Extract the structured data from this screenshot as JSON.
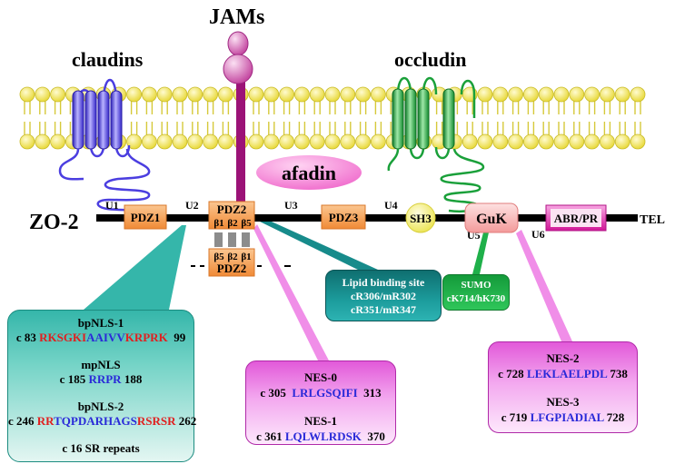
{
  "title": "JAMs",
  "membrane_partners": {
    "claudins": "claudins",
    "occludin": "occludin",
    "afadin": "afadin"
  },
  "protein": {
    "name": "ZO-2",
    "tel": "TEL",
    "domains": {
      "pdz1": "PDZ1",
      "pdz2": "PDZ2",
      "pdz3": "PDZ3",
      "sh3": "SH3",
      "guk": "GuK",
      "abr": "ABR/PR",
      "pdz2_dimer": "PDZ2"
    },
    "beta_top": [
      "β1",
      "β2",
      "β5"
    ],
    "beta_bottom": [
      "β5",
      "β2",
      "β1"
    ],
    "unique_regions": {
      "u1": "U1",
      "u2": "U2",
      "u3": "U3",
      "u4": "U4",
      "u5": "U5",
      "u6": "U6"
    }
  },
  "lipid_box": {
    "line1": "Lipid binding site",
    "line2": "cR306/mR302",
    "line3": "cR351/mR347"
  },
  "sumo_box": {
    "line1": "SUMO",
    "line2": "cK714/hK730"
  },
  "nls_box": {
    "bp1_title": "bpNLS-1",
    "bp1_start": "c 83",
    "bp1_seq_a": "RKSGKI",
    "bp1_seq_b": "AAIVV",
    "bp1_seq_c": "KRPRK",
    "bp1_end": "99",
    "mp_title": "mpNLS",
    "mp_start": "c 185",
    "mp_seq": "RRPR",
    "mp_end": "188",
    "bp2_title": "bpNLS-2",
    "bp2_start": "c 246",
    "bp2_seq_a": "RR",
    "bp2_seq_b": "TQPDARHAGS",
    "bp2_seq_c": "RSRSR",
    "bp2_end": "262",
    "sr": "c 16 SR repeats"
  },
  "nes01_box": {
    "nes0_title": "NES-0",
    "nes0_start": "c 305",
    "nes0_seq": "LRLGSQIFI",
    "nes0_end": "313",
    "nes1_title": "NES-1",
    "nes1_start": "c 361",
    "nes1_seq": "LQLWLRDSK",
    "nes1_end": "370"
  },
  "nes23_box": {
    "nes2_title": "NES-2",
    "nes2_start": "c 728",
    "nes2_seq": "LEKLAELPDL",
    "nes2_end": "738",
    "nes3_title": "NES-3",
    "nes3_start": "c 719",
    "nes3_seq": "LFGPIADIAL",
    "nes3_end": "728"
  },
  "colors": {
    "membrane_head": "#f2ea5e",
    "claudin": "#4b3ee0",
    "occludin": "#1aa03a",
    "jams": "#c21c96",
    "afadin": "#f47ad6",
    "pdz": "#f6a25a",
    "sh3": "#f5f07a",
    "guk": "#f7b1b1",
    "abr": "#e01ea8",
    "nls_box": "#35b6aa",
    "nes_box": "#e259d9",
    "lipid_box": "#1c9c9c",
    "sumo_box": "#2fc65a"
  }
}
